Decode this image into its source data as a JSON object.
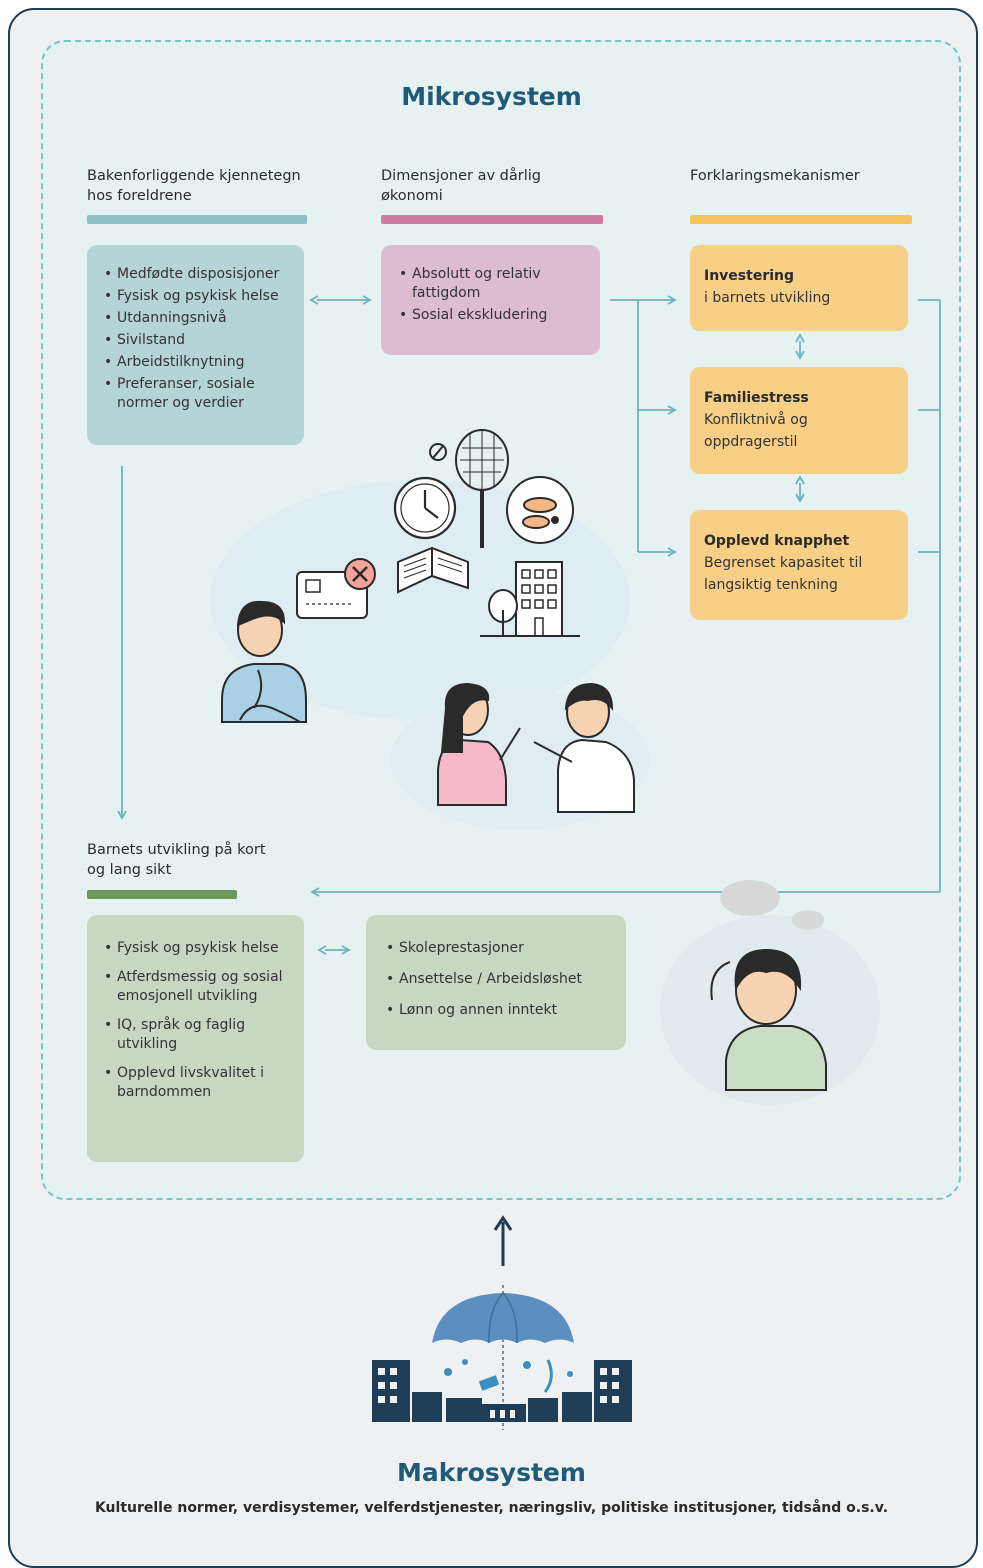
{
  "micro_title": "Mikrosystem",
  "columns": {
    "parents": {
      "heading": "Bakenforliggende kjennetegn hos foreldrene",
      "items": [
        "Medfødte disposisjoner",
        "Fysisk og psykisk helse",
        "Utdanningsnivå",
        "Sivilstand",
        "Arbeidstilknytning",
        "Preferanser, sosiale normer og verdier"
      ]
    },
    "economy": {
      "heading": "Dimensjoner av dårlig økonomi",
      "items": [
        "Absolutt og relativ fattigdom",
        "Sosial ekskludering"
      ]
    },
    "mechanisms": {
      "heading": "Forklaringsmekanismer",
      "boxes": [
        {
          "title": "Investering",
          "desc": "i barnets utvikling"
        },
        {
          "title": "Familiestress",
          "desc": "Konfliktnivå og oppdragerstil"
        },
        {
          "title": "Opplevd knapphet",
          "desc": "Begrenset kapasitet til langsiktig tenkning"
        }
      ]
    }
  },
  "child": {
    "heading": "Barnets utvikling på kort og lang sikt",
    "items_short": [
      "Fysisk og psykisk helse",
      "Atferdsmessig og sosial emosjonell utvikling",
      "IQ, språk og faglig utvikling",
      "Opplevd livskvalitet i barndommen"
    ],
    "items_long": [
      "Skoleprestasjoner",
      "Ansettelse / Arbeidsløshet",
      "Lønn og annen inntekt"
    ]
  },
  "macro_title": "Makrosystem",
  "macro_desc": "Kulturelle normer, verdisystemer, velferdstjenester, næringsliv, politiske institusjoner, tidsånd o.s.v.",
  "colors": {
    "teal": "#8fbfc4",
    "pink": "#cf7aa1",
    "orange": "#f6c25c",
    "green": "#6d9859",
    "box_teal": "#b5d4d8",
    "box_pink": "#dcbcd2",
    "box_orange": "#f8cf86",
    "box_green": "#c6d7c2",
    "arrow": "#6db3bb",
    "navy": "#1e3d57"
  },
  "icons": [
    "tennis-racket-icon",
    "clock-icon",
    "plate-icon",
    "book-icon",
    "building-icon",
    "tree-icon",
    "credit-card-icon",
    "umbrella-icon",
    "city-icon"
  ]
}
